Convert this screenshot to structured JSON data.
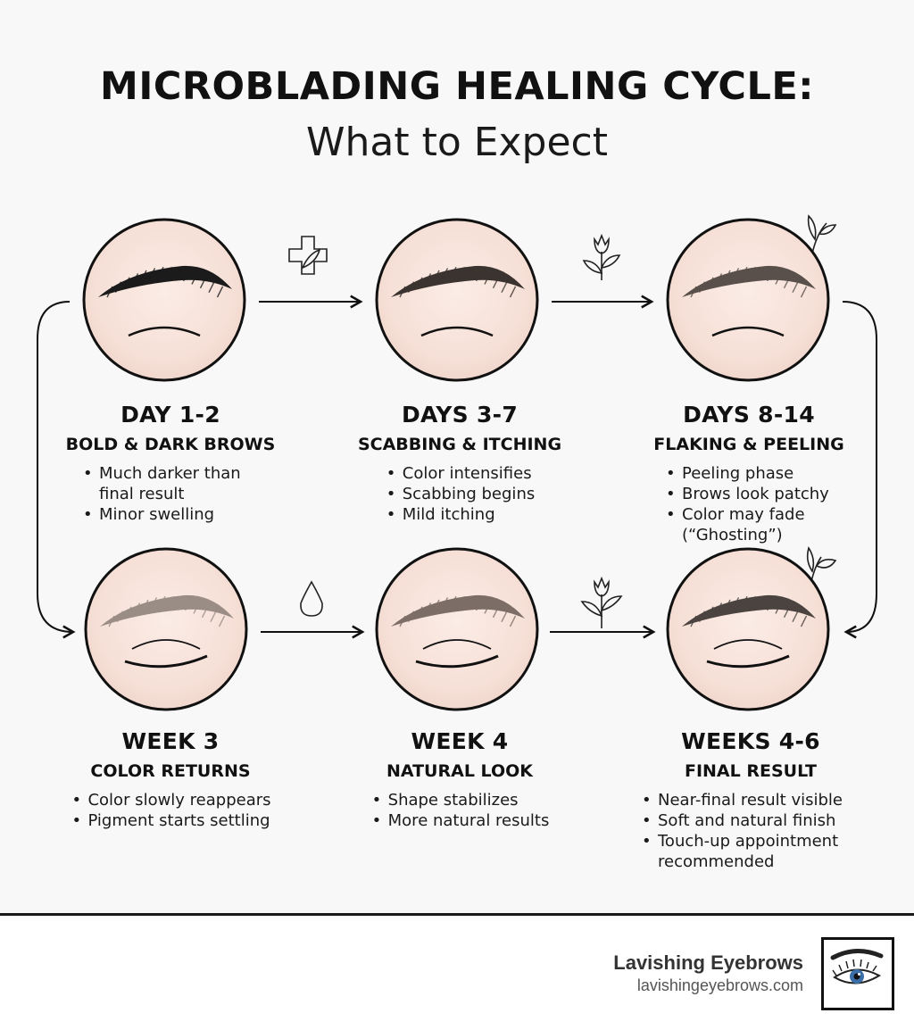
{
  "header": {
    "title": "MICROBLADING HEALING CYCLE:",
    "subtitle": "What to Expect"
  },
  "stages": [
    {
      "title": "DAY 1-2",
      "subtitle": "BOLD & DARK BROWS",
      "bullets": [
        "Much darker than final result",
        "Minor swelling"
      ],
      "brow_color": "#1b1b1b",
      "eye": "lid",
      "icon": "none"
    },
    {
      "title": "DAYS 3-7",
      "subtitle": "SCABBING & ITCHING",
      "bullets": [
        "Color intensifies",
        "Scabbing begins",
        "Mild itching"
      ],
      "brow_color": "#3b3330",
      "eye": "lid",
      "icon": "medical-cross-leaf-icon"
    },
    {
      "title": "DAYS 8-14",
      "subtitle": "FLAKING & PEELING",
      "bullets": [
        "Peeling phase",
        "Brows look patchy",
        "Color may fade (“Ghosting”)"
      ],
      "brow_color": "#5a504b",
      "eye": "lid",
      "icon": "tulip-icon"
    },
    {
      "title": "WEEK 3",
      "subtitle": "COLOR RETURNS",
      "bullets": [
        "Color slowly reappears",
        "Pigment starts settling"
      ],
      "brow_color": "#9a8d86",
      "eye": "closed",
      "icon": "none"
    },
    {
      "title": "WEEK 4",
      "subtitle": "NATURAL LOOK",
      "bullets": [
        "Shape stabilizes",
        "More natural results"
      ],
      "brow_color": "#7c6e67",
      "eye": "closed",
      "icon": "water-drop-icon"
    },
    {
      "title": "WEEKS 4-6",
      "subtitle": "FINAL RESULT",
      "bullets": [
        "Near-final result visible",
        "Soft and natural finish",
        "Touch-up appointment recommended"
      ],
      "brow_color": "#4a4340",
      "eye": "closed",
      "icon": "tulip-icon"
    }
  ],
  "footer": {
    "brand_name": "Lavishing Eyebrows",
    "brand_url": "lavishingeyebrows.com",
    "logo_icon": "eye-with-lashes-icon"
  },
  "colors": {
    "background": "#f8f8f8",
    "skin": "#f6e2da",
    "ink": "#111111"
  }
}
